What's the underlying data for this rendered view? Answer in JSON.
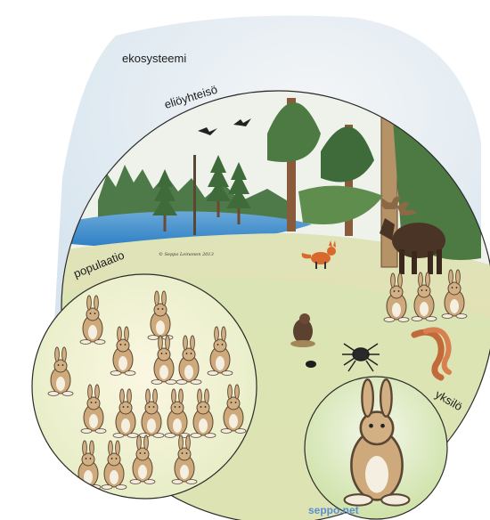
{
  "labels": {
    "ecosystem": "ekosysteemi",
    "community": "eliöyhteisö",
    "population": "populaatio",
    "individual": "yksilö"
  },
  "credit": "seppo.net",
  "artist_signature": "© Seppo Leinonen 2013",
  "colors": {
    "sky": "#dce9f2",
    "lake": "#3f8fd0",
    "forest": "#3f6b3a",
    "ground": "#c9d58a",
    "circle_outline": "#2b2b2b",
    "hare_fur": "#c9a77a",
    "credit_text": "#5a8fd6"
  },
  "icons": [
    "moose-icon",
    "fox-icon",
    "mole-icon",
    "spider-icon",
    "snake-icon",
    "beetle-icon",
    "bird-icon",
    "hare-icon",
    "tree-icon"
  ]
}
